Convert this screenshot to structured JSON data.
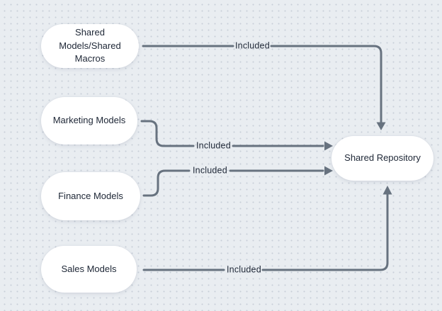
{
  "theme": {
    "background_color": "#e9edf1",
    "dot_grid_color": "#7a8698",
    "node_fill_color": "#ffffff",
    "connector_color": "#67727f",
    "text_color": "#202938"
  },
  "nodes": [
    {
      "id": "shared-models",
      "label": "Shared\nModels/Shared\nMacros"
    },
    {
      "id": "marketing-models",
      "label": "Marketing Models"
    },
    {
      "id": "finance-models",
      "label": "Finance Models"
    },
    {
      "id": "sales-models",
      "label": "Sales Models"
    },
    {
      "id": "shared-repository",
      "label": "Shared Repository"
    }
  ],
  "edges": [
    {
      "from": "shared-models",
      "to": "shared-repository",
      "label": "Included",
      "enters_target": "top"
    },
    {
      "from": "marketing-models",
      "to": "shared-repository",
      "label": "Included",
      "enters_target": "left"
    },
    {
      "from": "finance-models",
      "to": "shared-repository",
      "label": "Included",
      "enters_target": "left"
    },
    {
      "from": "sales-models",
      "to": "shared-repository",
      "label": "Included",
      "enters_target": "bottom"
    }
  ]
}
